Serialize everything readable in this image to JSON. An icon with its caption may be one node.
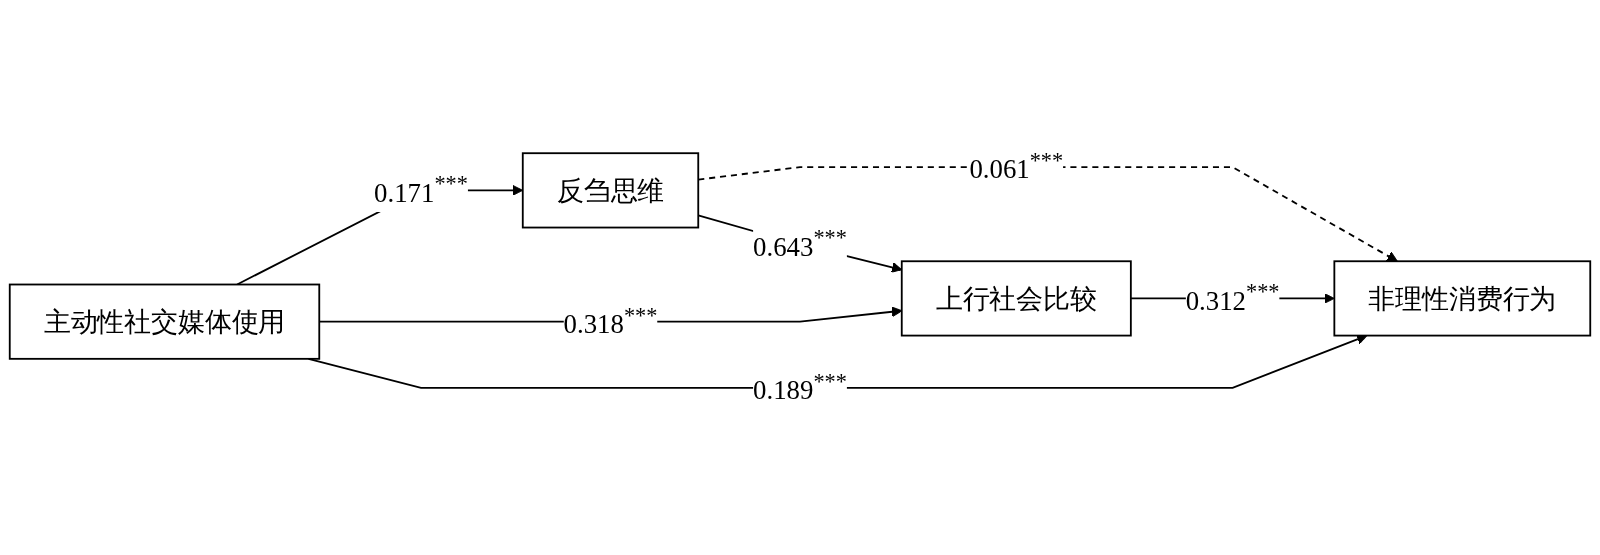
{
  "diagram": {
    "nodes": [
      {
        "text": [
          "主动性社交媒体使用"
        ]
      },
      {
        "text": [
          "反刍思维"
        ]
      },
      {
        "text": [
          "上行社会比较"
        ]
      },
      {
        "text": [
          "非理性消费行为"
        ]
      }
    ],
    "edges": [
      {
        "from": 0,
        "to": 1,
        "arrow": "to",
        "label": "0.171$^{***}$"
      },
      {
        "from": 1,
        "to": 2,
        "arrow": "to",
        "label": "0.643$^{***}$"
      },
      {
        "from": 0,
        "to": 2,
        "arrow": "to",
        "label": "0.318$^{***}$"
      },
      {
        "from": 1,
        "to": 3,
        "arrow": "to",
        "label": "0.061$^{***}$",
        "style": "dashed"
      },
      {
        "from": 2,
        "to": 3,
        "arrow": "to",
        "label": "0.312$^{***}$"
      },
      {
        "from": 0,
        "to": 3,
        "arrow": "to",
        "label": "0.189$^{***}$"
      }
    ]
  }
}
